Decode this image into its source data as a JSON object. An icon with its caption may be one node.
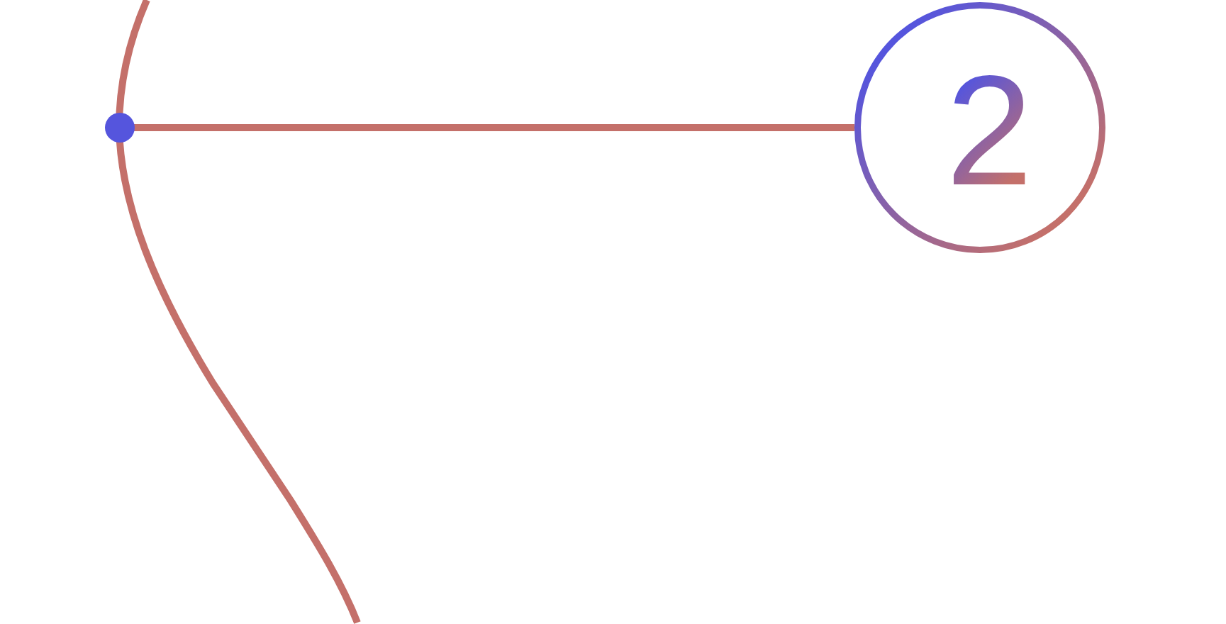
{
  "diagram": {
    "nodes": [
      {
        "text": [],
        "shape": "curve"
      },
      {
        "text": [
          "2"
        ]
      }
    ],
    "edges": [
      {
        "from": 1,
        "to": 0,
        "arrow": "other"
      }
    ]
  }
}
